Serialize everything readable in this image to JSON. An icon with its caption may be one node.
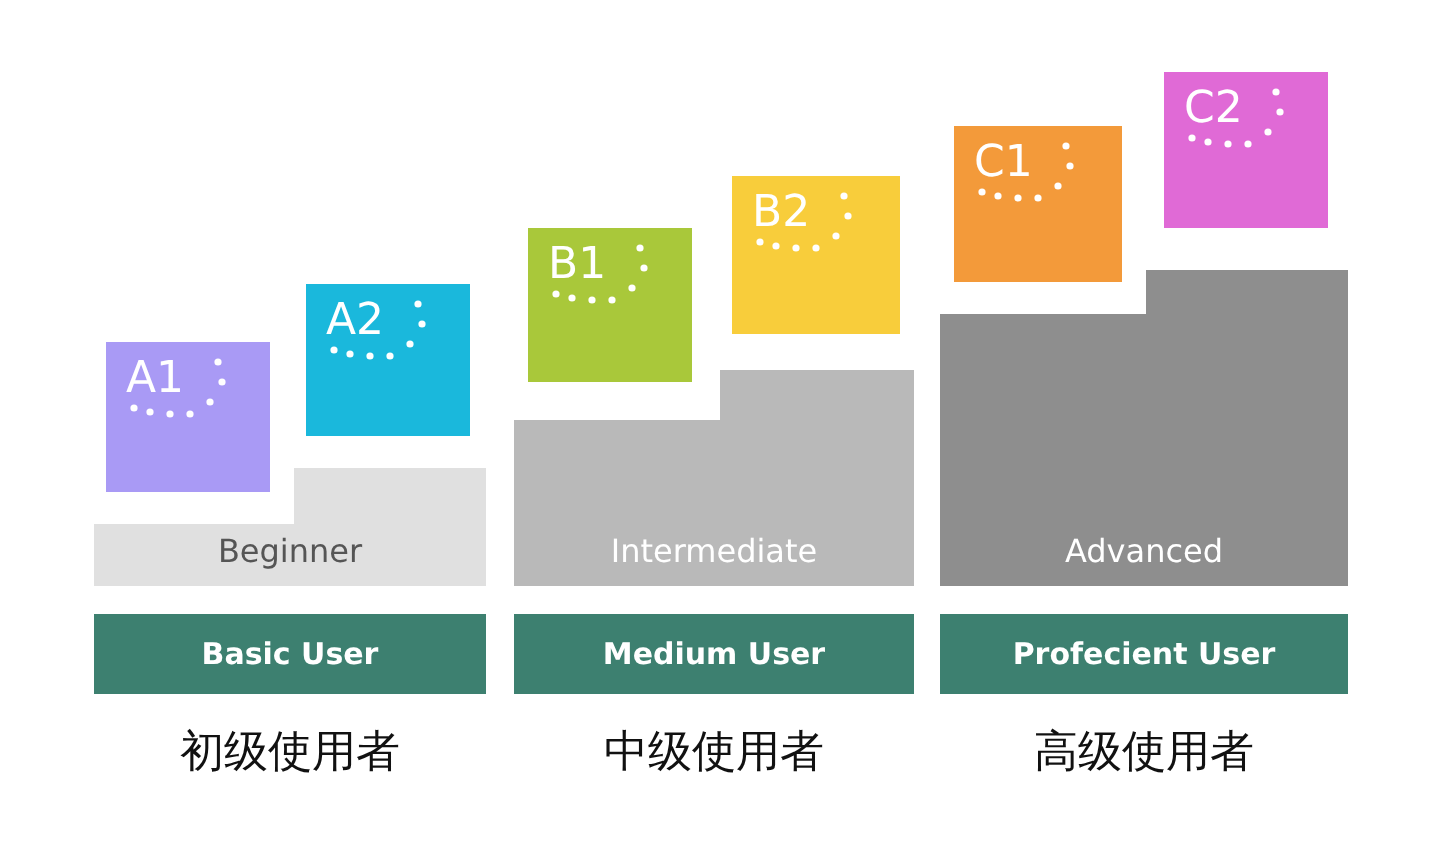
{
  "diagram": {
    "nodes": [
      {
        "text": [
          "A1"
        ]
      },
      {
        "text": [
          "A2"
        ]
      },
      {
        "text": [
          "Beginner"
        ]
      },
      {
        "text": [
          "Basic User"
        ]
      },
      {
        "text": [
          "B1"
        ]
      },
      {
        "text": [
          "B2"
        ]
      },
      {
        "text": [
          "Intermediate"
        ]
      },
      {
        "text": [
          "Medium User"
        ]
      },
      {
        "text": [
          "C1"
        ]
      },
      {
        "text": [
          "C2"
        ]
      },
      {
        "text": [
          "Advanced"
        ]
      },
      {
        "text": [
          "Profecient User"
        ]
      }
    ],
    "labels": [
      "初级使用者",
      "中级使用者",
      "高级使用者"
    ]
  }
}
